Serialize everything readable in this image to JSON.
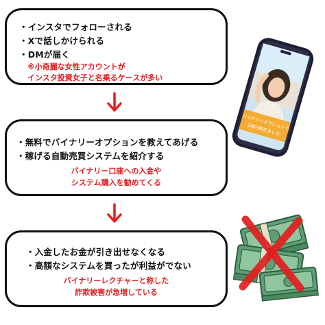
{
  "step1": {
    "lines": [
      "・インスタでフォローされる",
      "・Xで話しかけられる",
      "・DMが届く"
    ],
    "note": [
      "※小奇麗な女性アカウントが",
      "インスタ投資女子と名乗るケースが多い"
    ]
  },
  "step2": {
    "lines": [
      "・無料でバイナリーオプションを教えてあげる",
      "・稼げる自動売買システムを紹介する"
    ],
    "note": [
      "バイナリー口座への入金や",
      "システム購入を勧めてくる"
    ]
  },
  "step3": {
    "lines": [
      "・入金したお金が引き出せなくなる",
      "・高額なシステムを買ったが利益がでない"
    ],
    "note": [
      "バイナリーレクチャーと称した",
      "詐欺被害が急増している"
    ]
  },
  "phone": {
    "caption": [
      "バイナリーオプションで",
      "1億円稼ぎました"
    ]
  },
  "colors": {
    "accent_red": "#e02020",
    "border": "#111111",
    "phone_caption_bg": "#f5a623"
  },
  "icons": {
    "arrow": "arrow-down-icon",
    "phone": "smartphone-icon",
    "money": "cash-stack-icon",
    "cross": "red-x-icon"
  }
}
